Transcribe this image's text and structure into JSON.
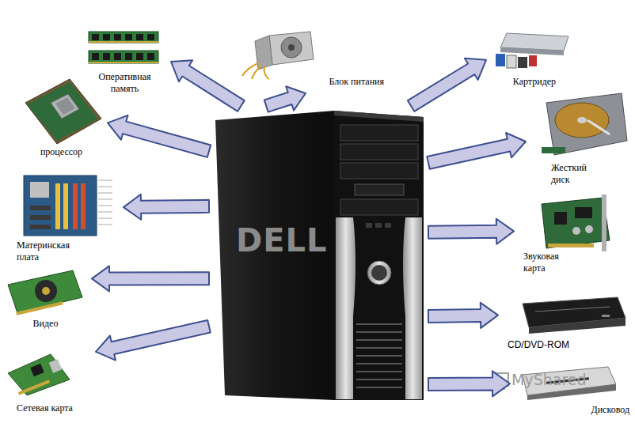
{
  "diagram": {
    "nodes": [
      {
        "text": [
          "DELL"
        ]
      },
      {
        "text": [
          "Оперативная память"
        ]
      },
      {
        "text": [
          "Блок питания"
        ]
      },
      {
        "text": [
          "Картридер"
        ]
      },
      {
        "text": [
          "процессор"
        ]
      },
      {
        "text": [
          "Жесткий диск"
        ]
      },
      {
        "text": [
          "Материнская плата"
        ]
      },
      {
        "text": [
          "Звуковая карта"
        ]
      },
      {
        "text": [
          "Видео"
        ]
      },
      {
        "text": [
          "CD/DVD-ROM"
        ]
      },
      {
        "text": [
          "Сетевая карта"
        ]
      },
      {
        "text": [
          "Дисковод"
        ]
      }
    ],
    "edges": [
      {
        "from": 0,
        "to": 1,
        "arrow": "to"
      },
      {
        "from": 0,
        "to": 2,
        "arrow": "to"
      },
      {
        "from": 0,
        "to": 3,
        "arrow": "to"
      },
      {
        "from": 0,
        "to": 4,
        "arrow": "to"
      },
      {
        "from": 0,
        "to": 5,
        "arrow": "to"
      },
      {
        "from": 0,
        "to": 6,
        "arrow": "to"
      },
      {
        "from": 0,
        "to": 7,
        "arrow": "to"
      },
      {
        "from": 0,
        "to": 8,
        "arrow": "to"
      },
      {
        "from": 0,
        "to": 9,
        "arrow": "to"
      },
      {
        "from": 0,
        "to": 10,
        "arrow": "to"
      },
      {
        "from": 0,
        "to": 11,
        "arrow": "to"
      }
    ],
    "labels": [
      "MyShared"
    ]
  }
}
